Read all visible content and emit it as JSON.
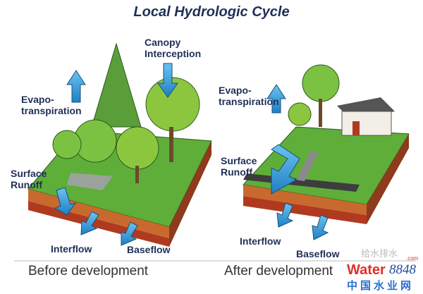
{
  "title": "Local Hydrologic Cycle",
  "before": {
    "canopy": "Canopy\nInterception",
    "evapo": "Evapo-\ntranspiration",
    "surface": "Surface\nRunoff",
    "interflow": "Interflow",
    "baseflow": "Baseflow",
    "caption": "Before development"
  },
  "after": {
    "evapo": "Evapo-\ntranspiration",
    "surface": "Surface\nRunoff",
    "interflow": "Interflow",
    "baseflow": "Baseflow",
    "caption": "After development"
  },
  "watermark": {
    "cn_top": "给水排水",
    "brand": "Water",
    "brand_num": "8848",
    "brand_tld": ".com",
    "cn_bottom": "中国水业网"
  },
  "colors": {
    "text": "#1f2f57",
    "arrow": "#2e8fd0",
    "grass": "#5fae3a",
    "soil": "#c0502a",
    "tree": "#7cc242"
  }
}
